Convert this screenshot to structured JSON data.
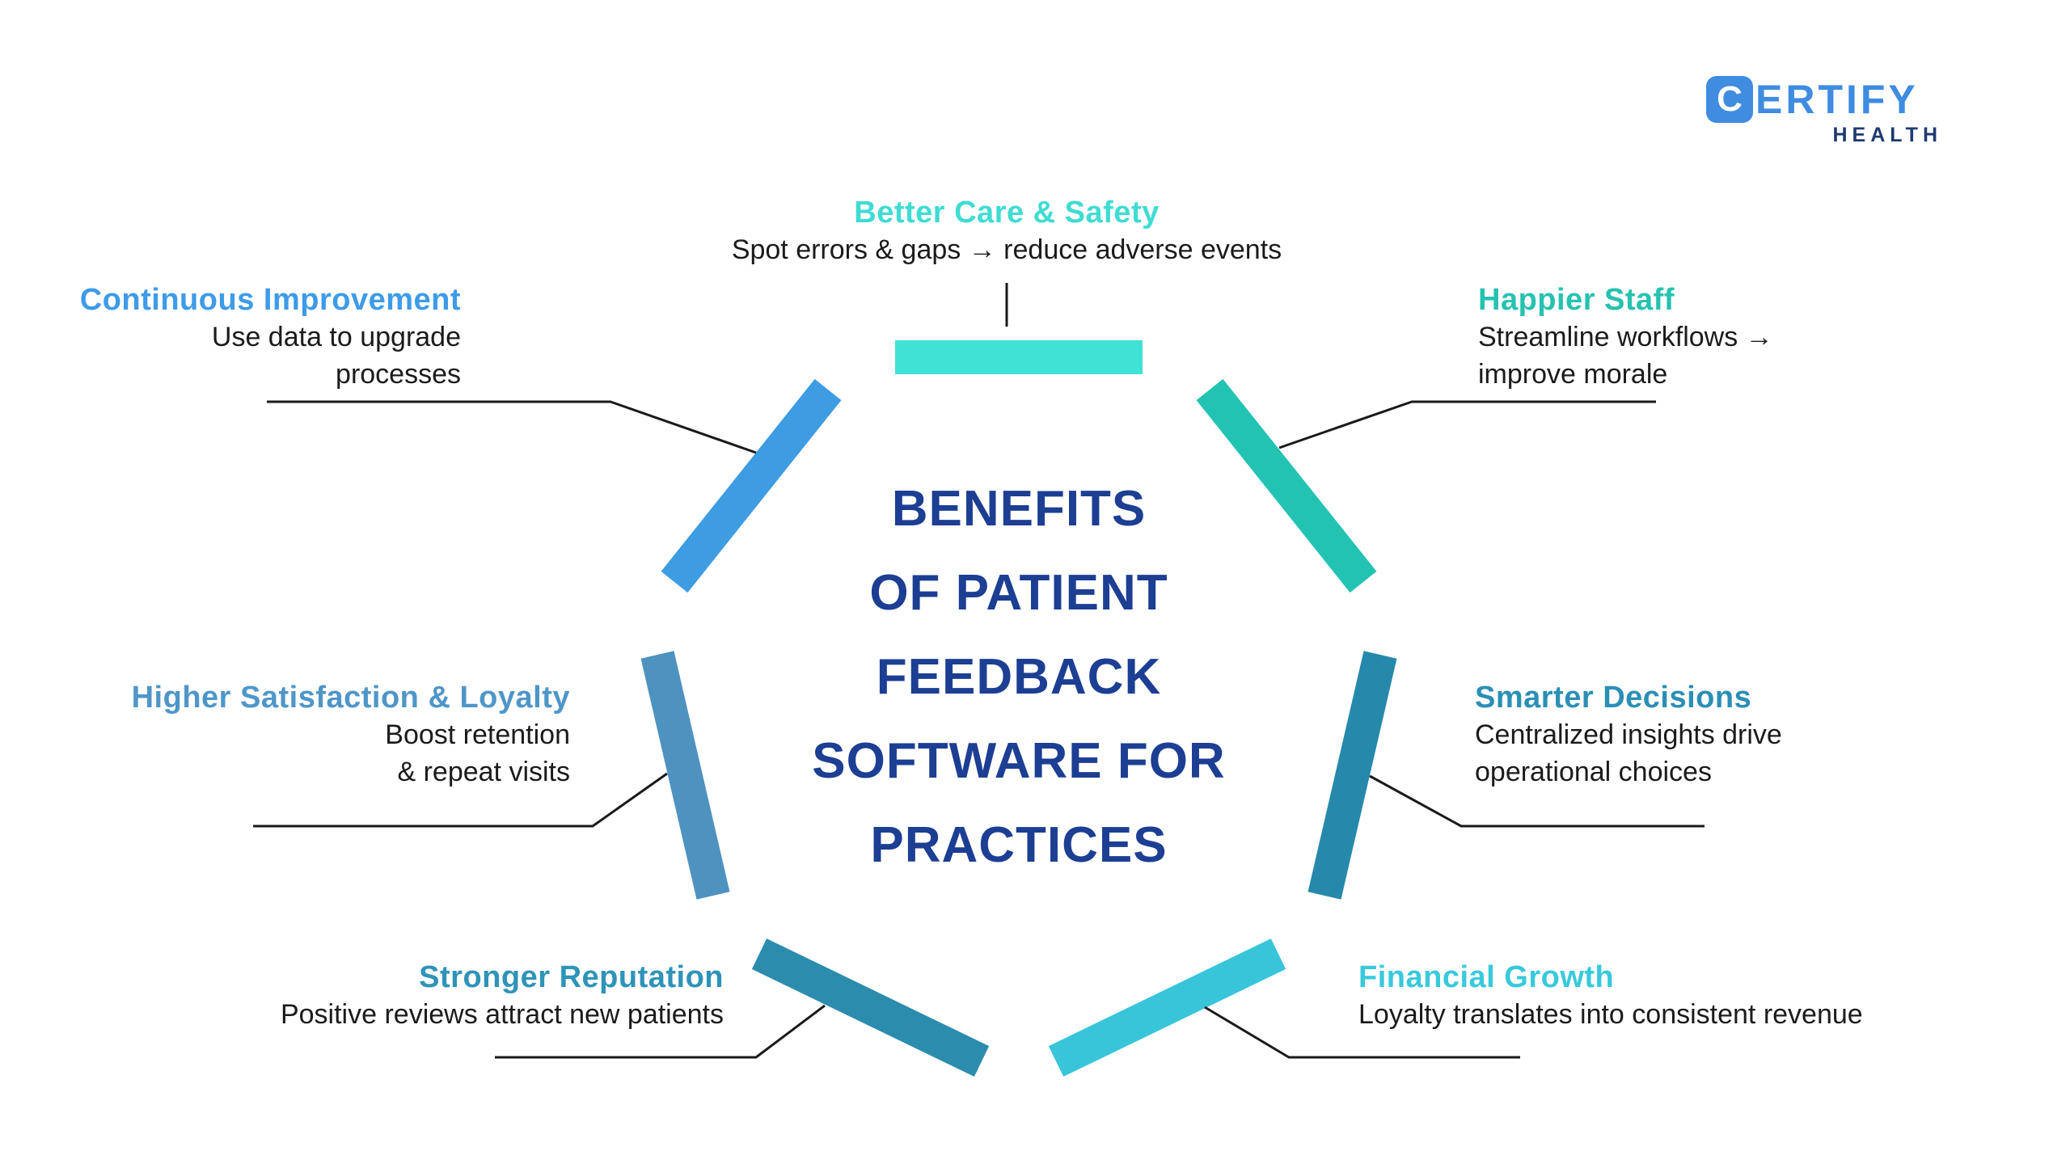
{
  "page": {
    "background": "#ffffff"
  },
  "logo": {
    "badge_letter": "C",
    "wordmark_rest": "ERTIFY",
    "subtext": "HEALTH",
    "blue": "#3F8CE0",
    "navy": "#1E3A72",
    "badge_text_color": "#ffffff"
  },
  "center_title": {
    "lines": [
      "BENEFITS",
      "OF PATIENT",
      "FEEDBACK",
      "SOFTWARE FOR",
      "PRACTICES"
    ],
    "color": "#1C3E93"
  },
  "connector_color": "#1A1A1A",
  "body_text_color": "#1B1B1B",
  "benefits": [
    {
      "id": "better-care-safety",
      "title": "Better Care & Safety",
      "title_color": "#3EDCD2",
      "segment_color": "#3FE2D4",
      "lines": [
        "Spot errors & gaps → reduce adverse events"
      ]
    },
    {
      "id": "happier-staff",
      "title": "Happier Staff",
      "title_color": "#25C2B0",
      "segment_color": "#22C3B2",
      "lines": [
        "Streamline workflows →",
        "improve morale"
      ]
    },
    {
      "id": "smarter-decisions",
      "title": "Smarter Decisions",
      "title_color": "#2B8FB5",
      "segment_color": "#2689AB",
      "lines": [
        "Centralized insights drive",
        "operational choices"
      ]
    },
    {
      "id": "financial-growth",
      "title": "Financial Growth",
      "title_color": "#38C9DC",
      "segment_color": "#38C5DA",
      "lines": [
        "Loyalty translates into consistent revenue"
      ]
    },
    {
      "id": "stronger-reputation",
      "title": "Stronger Reputation",
      "title_color": "#2E93B8",
      "segment_color": "#2B8CAD",
      "lines": [
        "Positive reviews attract new patients"
      ]
    },
    {
      "id": "higher-satisfaction-loyalty",
      "title": "Higher Satisfaction & Loyalty",
      "title_color": "#4E96C8",
      "segment_color": "#4E92C0",
      "lines": [
        "Boost retention",
        "& repeat visits"
      ]
    },
    {
      "id": "continuous-improvement",
      "title": "Continuous Improvement",
      "title_color": "#3D9BE8",
      "segment_color": "#3D9CE2",
      "lines": [
        "Use data to upgrade",
        "processes"
      ]
    }
  ]
}
